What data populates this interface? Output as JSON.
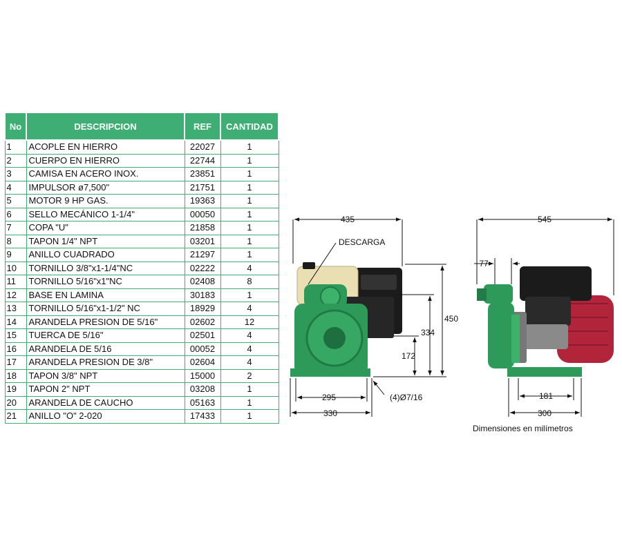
{
  "table": {
    "headers": {
      "no": "No",
      "desc": "DESCRIPCION",
      "ref": "REF",
      "qty": "CANTIDAD"
    },
    "rows": [
      {
        "no": "1",
        "desc": "ACOPLE EN HIERRO",
        "ref": "22027",
        "qty": "1"
      },
      {
        "no": "2",
        "desc": "CUERPO EN HIERRO",
        "ref": "22744",
        "qty": "1"
      },
      {
        "no": "3",
        "desc": "CAMISA EN ACERO INOX.",
        "ref": "23851",
        "qty": "1"
      },
      {
        "no": "4",
        "desc": "IMPULSOR ø7,500\"",
        "ref": "21751",
        "qty": "1"
      },
      {
        "no": "5",
        "desc": "MOTOR 9 HP GAS.",
        "ref": "19363",
        "qty": "1"
      },
      {
        "no": "6",
        "desc": "SELLO MECÁNICO 1-1/4\"",
        "ref": "00050",
        "qty": "1"
      },
      {
        "no": "7",
        "desc": "COPA \"U\"",
        "ref": "21858",
        "qty": "1"
      },
      {
        "no": "8",
        "desc": "TAPON 1/4\" NPT",
        "ref": "03201",
        "qty": "1"
      },
      {
        "no": "9",
        "desc": "ANILLO CUADRADO",
        "ref": "21297",
        "qty": "1"
      },
      {
        "no": "10",
        "desc": "TORNILLO 3/8\"x1-1/4\"NC",
        "ref": "02222",
        "qty": "4"
      },
      {
        "no": "11",
        "desc": "TORNILLO 5/16\"x1\"NC",
        "ref": "02408",
        "qty": "8"
      },
      {
        "no": "12",
        "desc": "BASE EN LAMINA",
        "ref": "30183",
        "qty": "1"
      },
      {
        "no": "13",
        "desc": "TORNILLO 5/16\"x1-1/2\" NC",
        "ref": "18929",
        "qty": "4"
      },
      {
        "no": "14",
        "desc": "ARANDELA PRESION DE 5/16\"",
        "ref": "02602",
        "qty": "12"
      },
      {
        "no": "15",
        "desc": "TUERCA DE 5/16\"",
        "ref": "02501",
        "qty": "4"
      },
      {
        "no": "16",
        "desc": "ARANDELA DE 5/16",
        "ref": "00052",
        "qty": "4"
      },
      {
        "no": "17",
        "desc": "ARANDELA PRESION DE 3/8\"",
        "ref": "02604",
        "qty": "4"
      },
      {
        "no": "18",
        "desc": "TAPON 3/8\" NPT",
        "ref": "15000",
        "qty": "2"
      },
      {
        "no": "19",
        "desc": "TAPON 2\" NPT",
        "ref": "03208",
        "qty": "1"
      },
      {
        "no": "20",
        "desc": "ARANDELA DE CAUCHO",
        "ref": "05163",
        "qty": "1"
      },
      {
        "no": "21",
        "desc": "ANILLO \"O\" 2-020",
        "ref": "17433",
        "qty": "1"
      }
    ]
  },
  "front_view": {
    "dims": {
      "top_width": "435",
      "height_total": "450",
      "height_discharge": "334",
      "height_axis": "172",
      "base_inner": "295",
      "base_outer": "330",
      "holes": "(4)Ø7/16"
    },
    "label_discharge": "DESCARGA"
  },
  "side_view": {
    "dims": {
      "top_width": "545",
      "offset": "77",
      "base_inner": "181",
      "base_outer": "300"
    }
  },
  "caption": "Dimensiones en milímetros",
  "colors": {
    "header_green": "#3fae74",
    "pump_green": "#2e9a5a",
    "motor_black": "#1b1b1b",
    "tank_cream": "#e9dfb2",
    "cover_red": "#b2243a"
  }
}
